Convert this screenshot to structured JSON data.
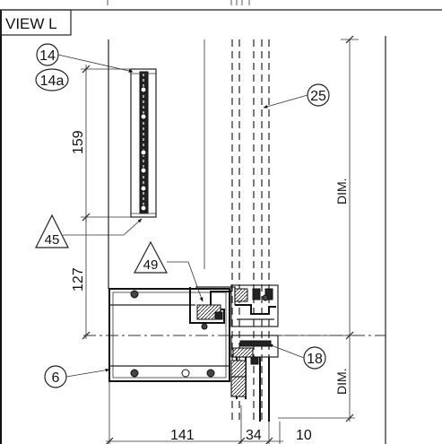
{
  "view_title": "VIEW L",
  "callouts": {
    "c14": "14",
    "c14a": "14a",
    "c25": "25",
    "c18": "18",
    "c6": "6",
    "c45": "45",
    "c49": "49"
  },
  "dimensions": {
    "d159": "159",
    "d127": "127",
    "d141": "141",
    "d34": "34",
    "d10": "10",
    "dim_upper": "DIM.",
    "dim_lower": "DIM."
  }
}
